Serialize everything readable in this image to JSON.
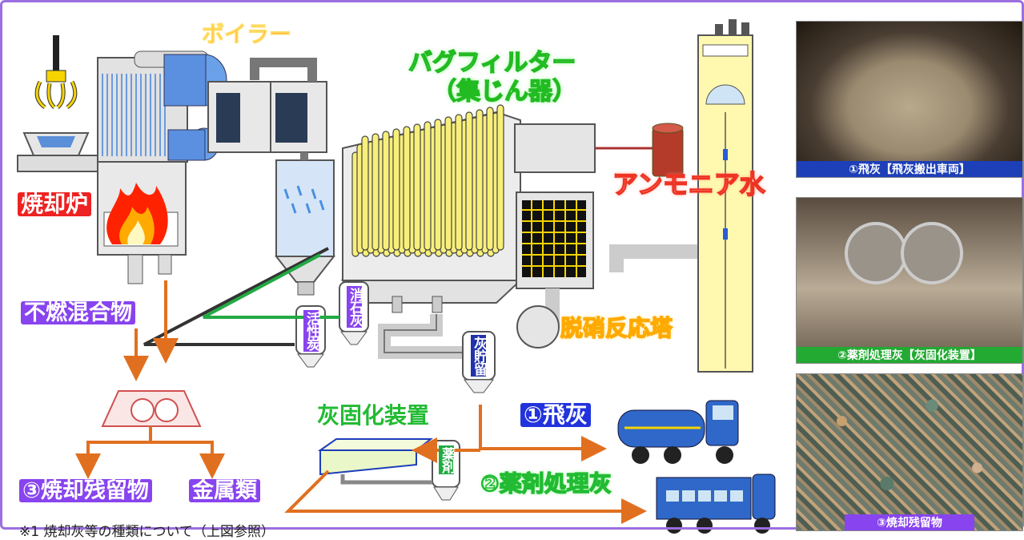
{
  "labels": {
    "boiler": "ボイラー",
    "bag_filter_line1": "バグフィルター",
    "bag_filter_line2": "（集じん器）",
    "ammonia_water": "アンモニア水",
    "incinerator": "焼却炉",
    "incombustibles": "不燃混合物",
    "activated_carbon": "活性炭",
    "slaked_lime": "消石灰",
    "ash_storage": "灰貯留",
    "denitration_tower": "脱硝反応塔",
    "ash_solidifier": "灰固化装置",
    "fly_ash": "①飛灰",
    "chemical": "薬剤",
    "treated_ash": "②薬剤処理灰",
    "residue": "③焼却残留物",
    "metals": "金属類"
  },
  "photos": [
    {
      "caption": "①飛灰【飛灰搬出車両】"
    },
    {
      "caption": "②薬剤処理灰【灰固化装置】"
    },
    {
      "caption": "③焼却残留物"
    }
  ],
  "note": "※1 焼却灰等の種類について（上図参照）",
  "colors": {
    "frame": "#9b6fe0",
    "flow_arrow": "#e07020",
    "activated_carbon_line": "#333333",
    "slaked_lime_line": "#22aa44",
    "boiler_label": "#ff8800",
    "bag_filter_label": "#33cc33",
    "ammonia_label": "#ee3322",
    "incinerator_label": "#ee2222",
    "category_label": "#8844ee",
    "fly_ash_label": "#2233dd",
    "treated_ash_label": "#22bb33",
    "solidifier_label": "#22bb33",
    "denitration_label": "#ffaa00"
  }
}
